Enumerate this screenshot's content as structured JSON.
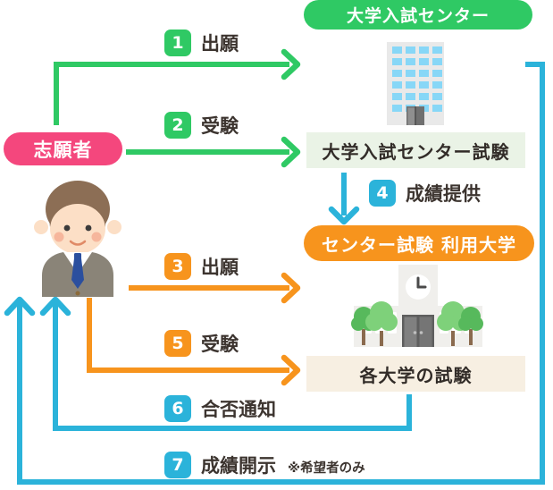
{
  "colors": {
    "green": "#2fc964",
    "pink": "#f4477d",
    "orange": "#f7941d",
    "cyan": "#2bb3da",
    "ink": "#3c342f",
    "box_ink": "#322c28",
    "mint": "#eaf3e6",
    "beige": "#f7efe2"
  },
  "nodes": {
    "center": {
      "label": "大学入試センター"
    },
    "applicant": {
      "label": "志願者"
    },
    "center_exam": {
      "label": "大学入試センター試験"
    },
    "center_use_university": {
      "label": "センター試験 利用大学"
    },
    "university_exam": {
      "label": "各大学の試験"
    }
  },
  "steps": [
    {
      "num": "1",
      "label": "出願",
      "color": "green",
      "from": "志願者",
      "to": "大学入試センター"
    },
    {
      "num": "2",
      "label": "受験",
      "color": "green",
      "from": "志願者",
      "to": "大学入試センター試験"
    },
    {
      "num": "3",
      "label": "出願",
      "color": "orange",
      "from": "志願者",
      "to": "センター試験 利用大学"
    },
    {
      "num": "4",
      "label": "成績提供",
      "color": "cyan",
      "from": "大学入試センター試験",
      "to": "センター試験 利用大学"
    },
    {
      "num": "5",
      "label": "受験",
      "color": "orange",
      "from": "志願者",
      "to": "各大学の試験"
    },
    {
      "num": "6",
      "label": "合否通知",
      "color": "cyan",
      "from": "各大学の試験",
      "to": "志願者"
    },
    {
      "num": "7",
      "label": "成績開示",
      "note": "※希望者のみ",
      "color": "cyan",
      "from": "大学入試センター",
      "to": "志願者"
    }
  ],
  "icons": {
    "center": "office-building-icon",
    "university": "school-building-icon",
    "applicant": "businessman-illustration"
  }
}
